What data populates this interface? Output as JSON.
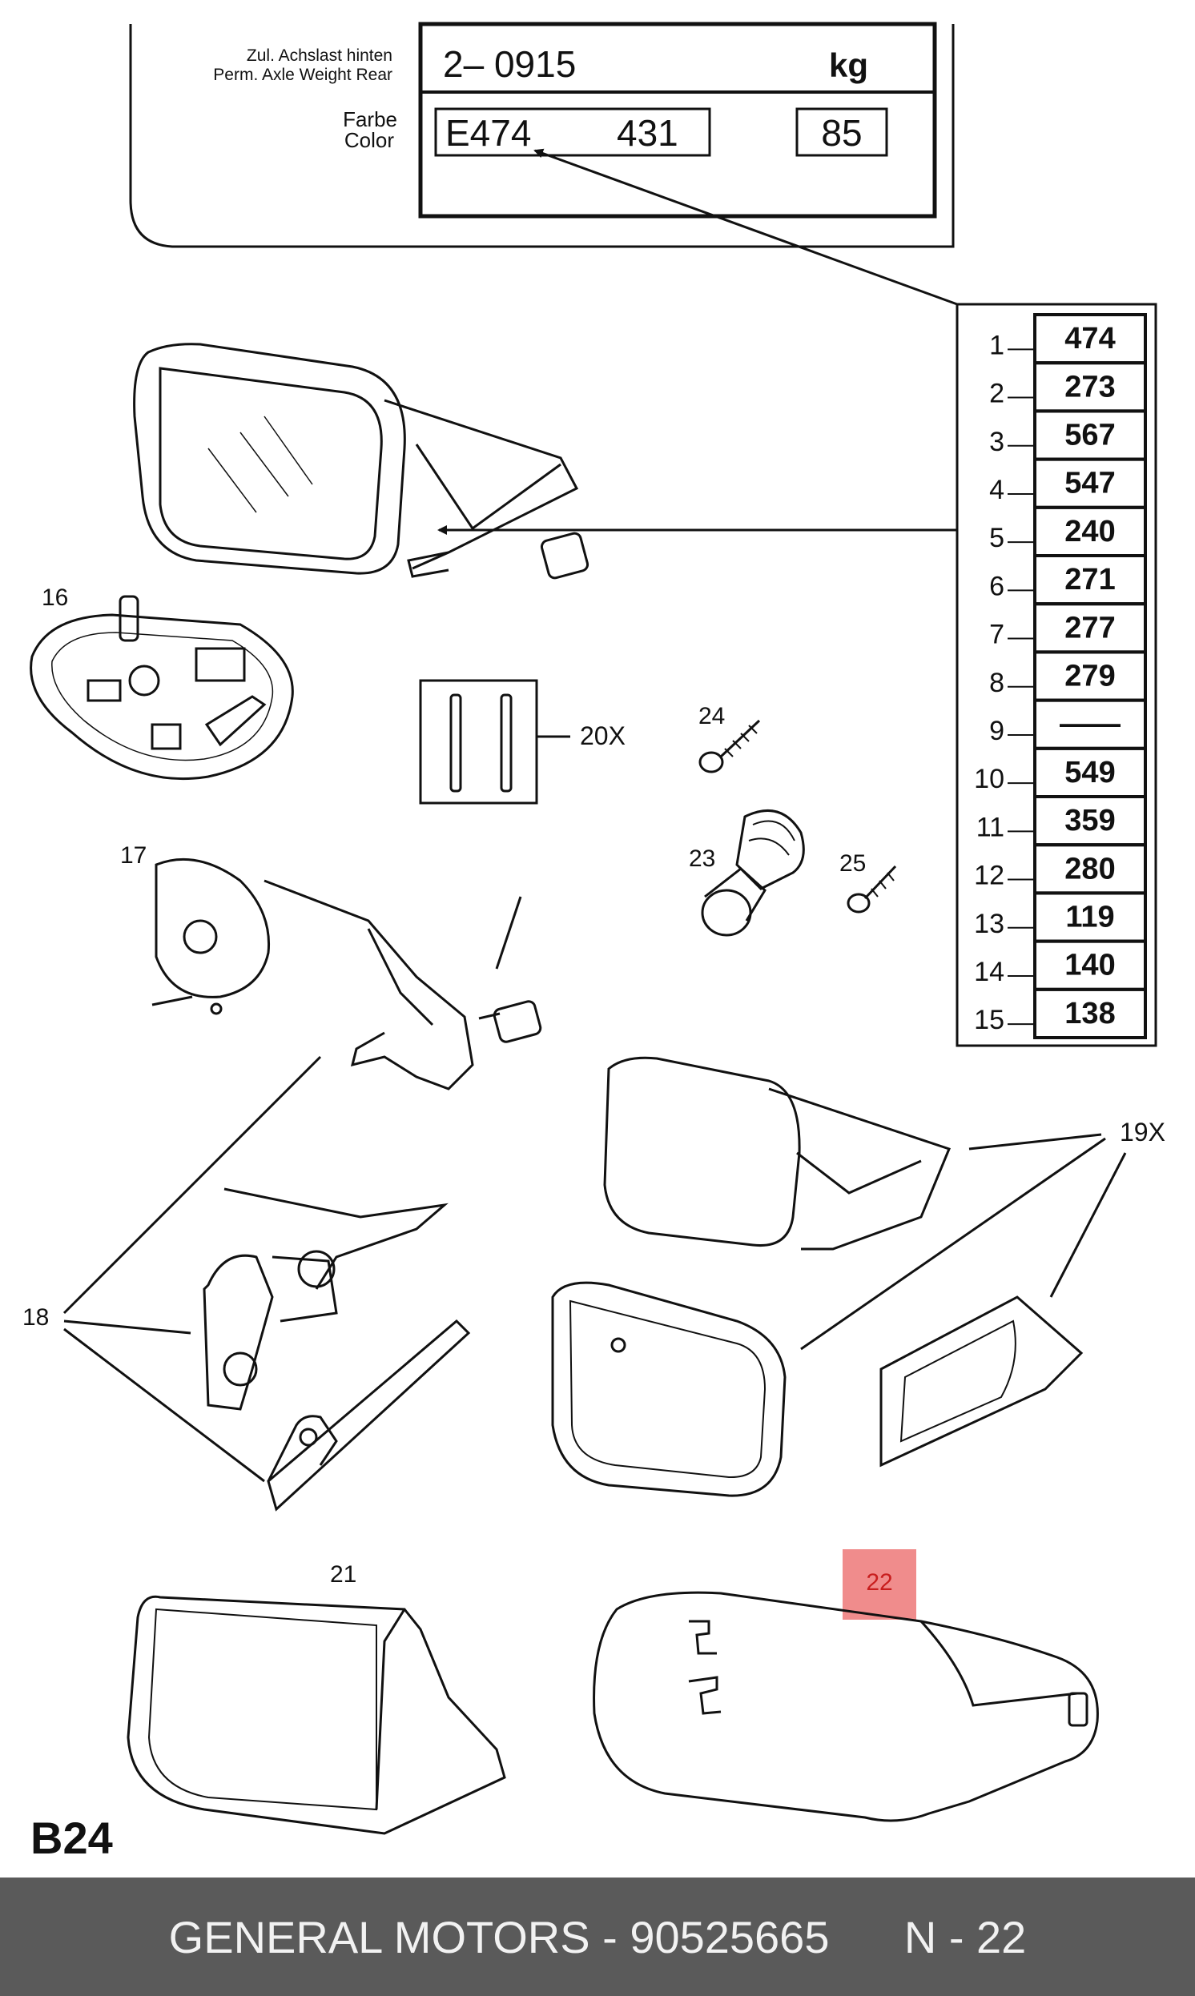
{
  "plate": {
    "label_de": "Zul. Achslast hinten",
    "label_en": "Perm. Axle Weight Rear",
    "weight_value": "2– 0915",
    "weight_unit": "kg",
    "color_label_de": "Farbe",
    "color_label_en": "Color",
    "color_code": "E474",
    "color_number": "431",
    "color_extra": "85"
  },
  "code_table": {
    "rows": [
      {
        "index": "1",
        "code": "474"
      },
      {
        "index": "2",
        "code": "273"
      },
      {
        "index": "3",
        "code": "567"
      },
      {
        "index": "4",
        "code": "547"
      },
      {
        "index": "5",
        "code": "240"
      },
      {
        "index": "6",
        "code": "271"
      },
      {
        "index": "7",
        "code": "277"
      },
      {
        "index": "8",
        "code": "279"
      },
      {
        "index": "9",
        "code": "——"
      },
      {
        "index": "10",
        "code": "549"
      },
      {
        "index": "11",
        "code": "359"
      },
      {
        "index": "12",
        "code": "280"
      },
      {
        "index": "13",
        "code": "119"
      },
      {
        "index": "14",
        "code": "140"
      },
      {
        "index": "15",
        "code": "138"
      }
    ]
  },
  "callouts": {
    "c16": "16",
    "c17": "17",
    "c18": "18",
    "c19": "19X",
    "c20": "20X",
    "c21": "21",
    "c22": "22",
    "c23": "23",
    "c24": "24",
    "c25": "25"
  },
  "highlight_color": "#f08c8c",
  "section_label": "B24",
  "footer": {
    "text": "GENERAL MOTORS - 90525665      N - 22"
  }
}
